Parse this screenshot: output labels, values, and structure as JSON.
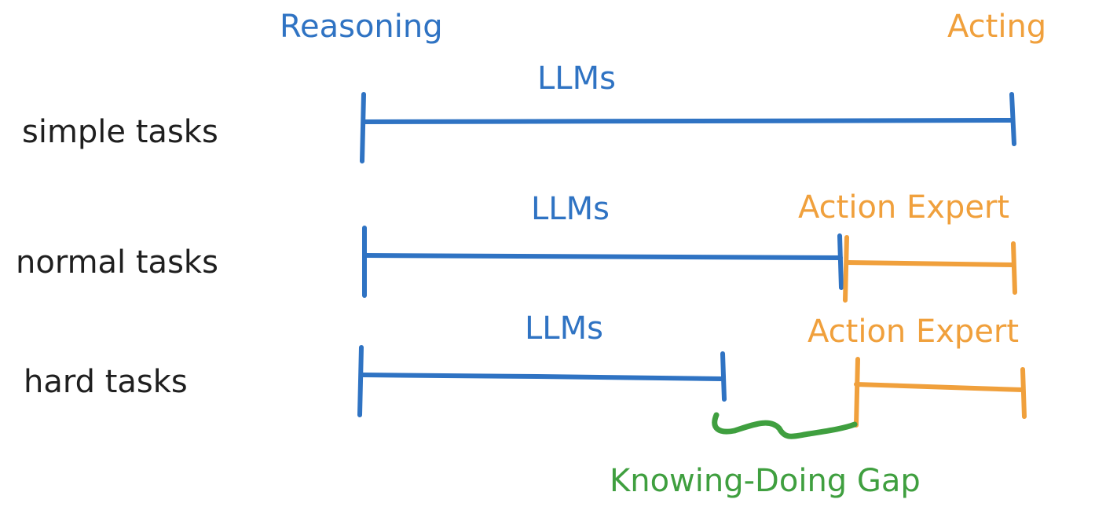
{
  "colors": {
    "reasoning": "#2f73c3",
    "acting": "#f0a03c",
    "gap": "#3f9f3f",
    "text": "#1f1f1f"
  },
  "header": {
    "reasoning": "Reasoning",
    "acting": "Acting"
  },
  "rows": [
    {
      "label": "simple tasks",
      "llm_label": "LLMs",
      "expert_label": ""
    },
    {
      "label": "normal tasks",
      "llm_label": "LLMs",
      "expert_label": "Action Expert"
    },
    {
      "label": "hard tasks",
      "llm_label": "LLMs",
      "expert_label": "Action Expert"
    }
  ],
  "gap_label": "Knowing-Doing Gap"
}
